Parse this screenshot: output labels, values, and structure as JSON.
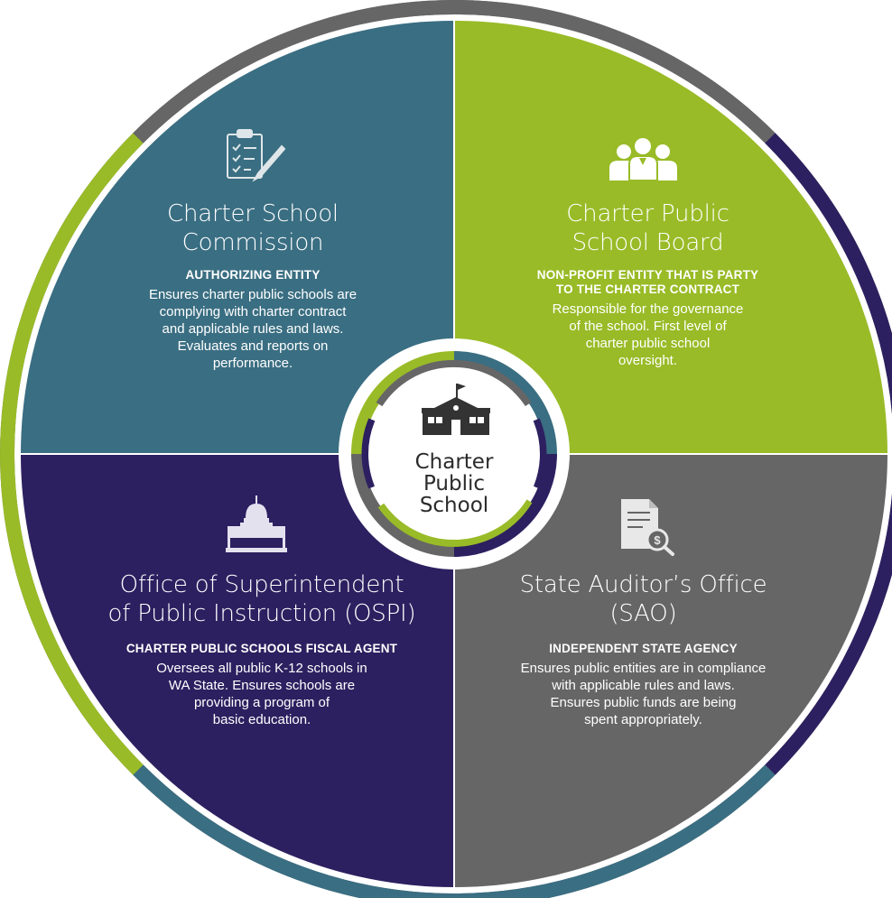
{
  "colors": {
    "commission": "#3a6e82",
    "board": "#99bb27",
    "ospi": "#2d2060",
    "sao": "#666666",
    "ring_gray": "#666666",
    "ring_navy": "#2d2060",
    "ring_green": "#99bb27",
    "ring_teal": "#3a6e82"
  },
  "center": {
    "lines": [
      "Charter",
      "Public",
      "School"
    ],
    "icon": "school-building-icon"
  },
  "quadrants": {
    "commission": {
      "icon": "clipboard-checklist-icon",
      "title_lines": [
        "Charter School",
        "Commission"
      ],
      "subtitle_lines": [
        "AUTHORIZING ENTITY"
      ],
      "body_lines": [
        "Ensures charter public schools are",
        "complying with charter contract",
        "and applicable rules and laws.",
        "Evaluates and reports on",
        "performance."
      ]
    },
    "board": {
      "icon": "people-group-icon",
      "title_lines": [
        "Charter Public",
        "School Board"
      ],
      "subtitle_lines": [
        "NON-PROFIT ENTITY THAT IS PARTY",
        "TO THE CHARTER CONTRACT"
      ],
      "body_lines": [
        "Responsible for the governance",
        "of the school. First level of",
        "charter public school",
        "oversight."
      ]
    },
    "ospi": {
      "icon": "capitol-building-icon",
      "title_lines": [
        "Office of Superintendent",
        "of Public Instruction (OSPI)"
      ],
      "subtitle_lines": [
        "CHARTER PUBLIC SCHOOLS FISCAL AGENT"
      ],
      "body_lines": [
        "Oversees all public K-12 schools in",
        "WA State. Ensures schools are",
        "providing a program of",
        "basic education."
      ]
    },
    "sao": {
      "icon": "audit-document-icon",
      "title_lines": [
        "State Auditor’s Office",
        "(SAO)"
      ],
      "subtitle_lines": [
        "INDEPENDENT STATE AGENCY"
      ],
      "body_lines": [
        "Ensures public entities are in compliance",
        "with applicable rules and laws.",
        "Ensures public funds are being",
        "spent appropriately."
      ]
    }
  }
}
